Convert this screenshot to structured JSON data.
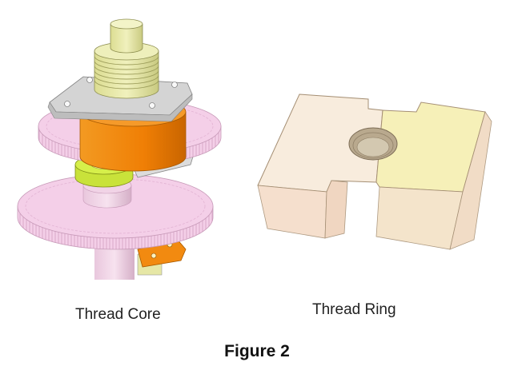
{
  "captions": {
    "left": "Thread Core",
    "right": "Thread Ring"
  },
  "figure_label": "Figure 2",
  "colors": {
    "gear_pink": "#f4cfe8",
    "core_orange": "#f28a10",
    "plate_gray": "#dcdcdc",
    "cylinder_yellow": "#e6e7a6",
    "ring_body_pale": "#f7e7d6",
    "ring_face_yellow": "#f6f0b8",
    "ring_hole": "#b9a98e",
    "bolt_green": "#d6ef4a"
  }
}
